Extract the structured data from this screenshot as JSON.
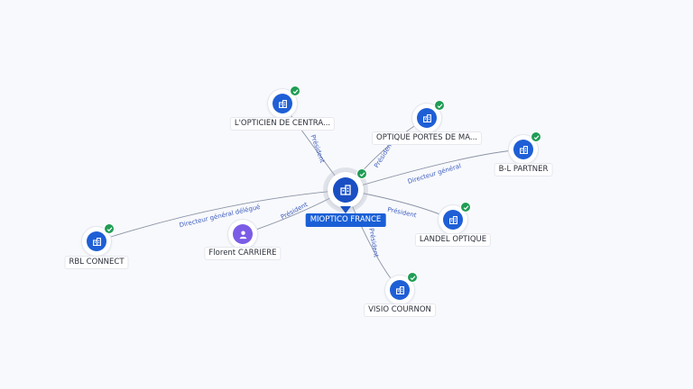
{
  "center": {
    "name": "MIOPTICO FRANCE",
    "icon": "building-icon",
    "verified": true
  },
  "nodes": [
    {
      "id": "lopticien",
      "name": "L'OPTICIEN DE CENTRA...",
      "icon": "building-icon",
      "verified": true
    },
    {
      "id": "optique-portes",
      "name": "OPTIQUE PORTES DE MA...",
      "icon": "building-icon",
      "verified": true
    },
    {
      "id": "bl-partner",
      "name": "B-L PARTNER",
      "icon": "building-icon",
      "verified": true
    },
    {
      "id": "landel",
      "name": "LANDEL OPTIQUE",
      "icon": "building-icon",
      "verified": true
    },
    {
      "id": "visio",
      "name": "VISIO COURNON",
      "icon": "building-icon",
      "verified": true
    },
    {
      "id": "florent",
      "name": "Florent CARRIERE",
      "icon": "person-icon",
      "verified": false
    },
    {
      "id": "rbl",
      "name": "RBL CONNECT",
      "icon": "building-icon",
      "verified": true
    }
  ],
  "edges": [
    {
      "to": "lopticien",
      "label": "Président"
    },
    {
      "to": "optique-portes",
      "label": "Président"
    },
    {
      "to": "bl-partner",
      "label": "Directeur général"
    },
    {
      "to": "landel",
      "label": "Président"
    },
    {
      "to": "visio",
      "label": "Président"
    },
    {
      "to": "florent",
      "label": "Président"
    },
    {
      "to": "rbl",
      "label": "Directeur général délégué"
    }
  ],
  "colors": {
    "company": "#1f5fd6",
    "center": "#1a4fc4",
    "person": "#7b5ce6",
    "verified": "#1f9d55",
    "edge": "#8a93a6",
    "edge_label": "#3f5fbf",
    "background": "#f8f9fc"
  }
}
